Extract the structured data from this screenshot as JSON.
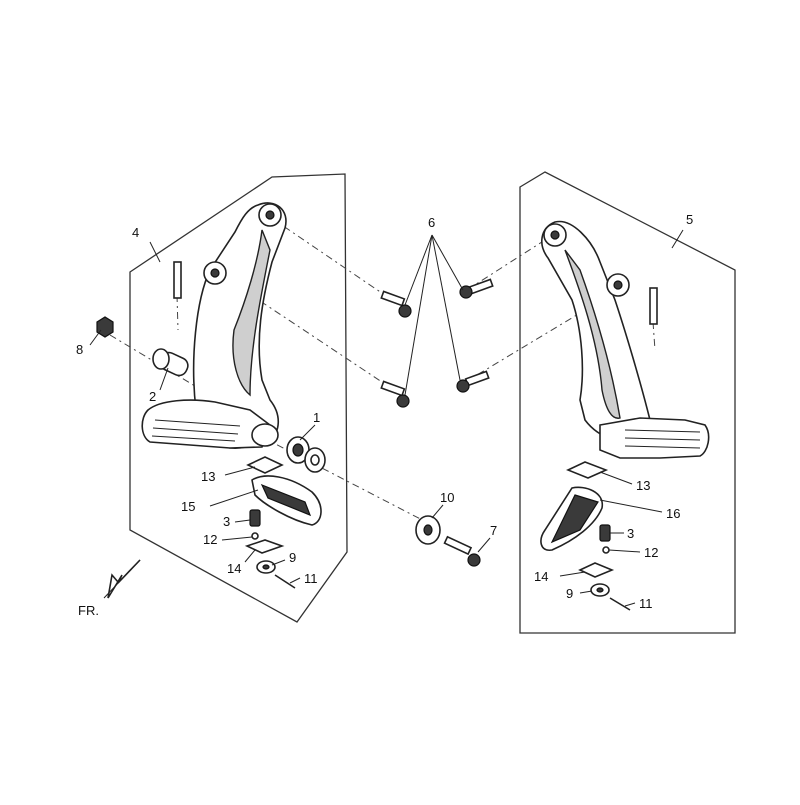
{
  "diagram": {
    "labels": {
      "left_assembly": "4",
      "right_assembly": "5",
      "bolts": "6",
      "nut": "8",
      "collar": "2",
      "bushing": "1",
      "bracket_plate_left": "13",
      "bracket_plate_right": "13",
      "footrest_left": "15",
      "footrest_right": "16",
      "spring_left": "3",
      "spring_right": "3",
      "ball_left": "12",
      "ball_right": "12",
      "plate_left": "14",
      "plate_right": "14",
      "washer_small_left": "9",
      "washer_small_right": "9",
      "pin_left": "11",
      "pin_right": "11",
      "washer_large": "10",
      "bolt_small": "7"
    },
    "direction_marker": "FR."
  }
}
